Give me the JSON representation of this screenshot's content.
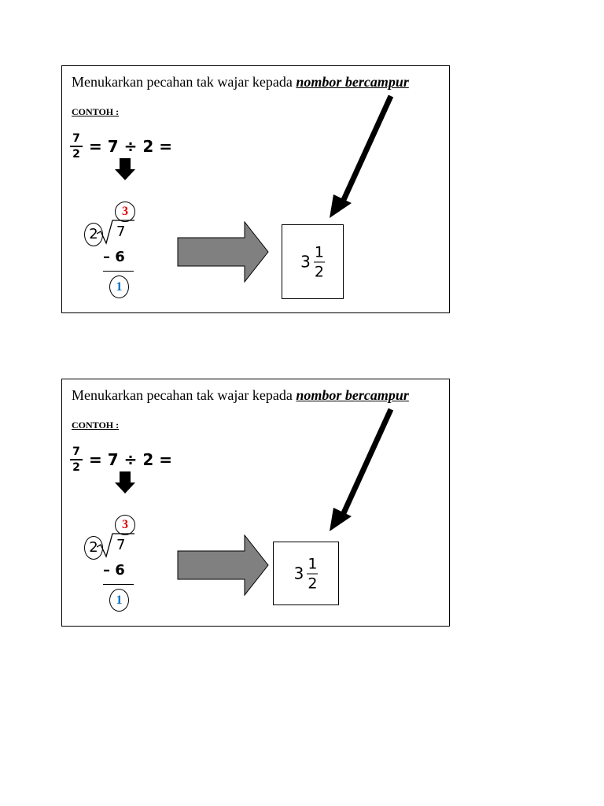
{
  "cards": [
    {
      "title_text": "Menukarkan pecahan tak wajar kepada ",
      "title_emph": "nombor bercampur",
      "example_label": "CONTOH :",
      "fraction_numerator": "7",
      "fraction_denominator": "2",
      "equation": "= 7 ÷ 2 =",
      "division": {
        "quotient": "3",
        "divisor": "2",
        "dividend": "7",
        "subtract": "– 6",
        "remainder": "1"
      },
      "answer": {
        "whole": "3",
        "numerator": "1",
        "denominator": "2"
      }
    },
    {
      "title_text": "Menukarkan pecahan tak wajar kepada ",
      "title_emph": "nombor bercampur",
      "example_label": "CONTOH :",
      "fraction_numerator": "7",
      "fraction_denominator": "2",
      "equation": "= 7 ÷ 2 =",
      "division": {
        "quotient": "3",
        "divisor": "2",
        "dividend": "7",
        "subtract": "– 6",
        "remainder": "1"
      },
      "answer": {
        "whole": "3",
        "numerator": "1",
        "denominator": "2"
      }
    }
  ],
  "colors": {
    "quotient": "#e00000",
    "remainder": "#0070c0",
    "block_arrow": "#808080"
  },
  "icons": {
    "down_arrow": "down-arrow-icon",
    "block_arrow": "right-block-arrow-icon",
    "diagonal_arrow": "diagonal-arrow-icon"
  }
}
